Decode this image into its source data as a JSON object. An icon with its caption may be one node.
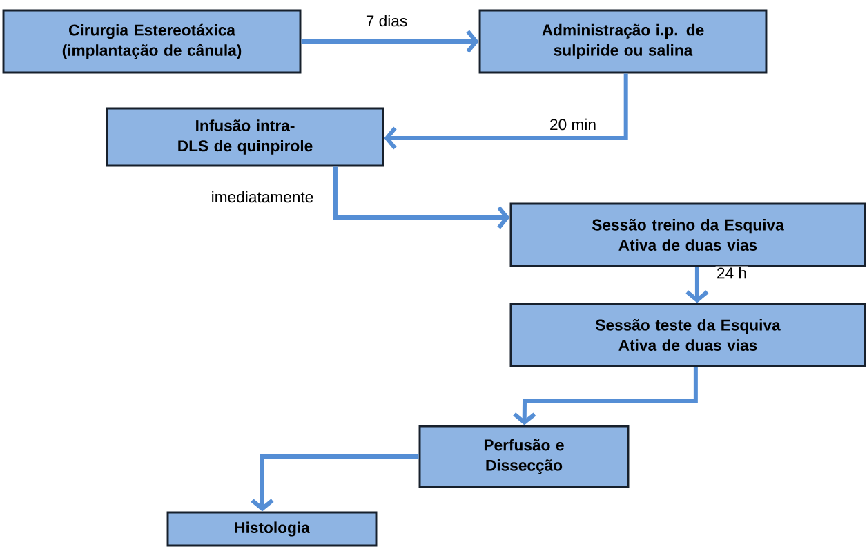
{
  "diagram": {
    "nodes": [
      {
        "text": [
          "Cirurgia Estereotáxica (implantação de cânula)"
        ]
      },
      {
        "text": [
          "Administração i.p. de sulpiride ou salina"
        ]
      },
      {
        "text": [
          "Infusão intra-DLS de quinpirole"
        ]
      },
      {
        "text": [
          "Sessão treino da Esquiva Ativa de duas vias"
        ]
      },
      {
        "text": [
          "Sessão teste da Esquiva Ativa de duas vias"
        ]
      },
      {
        "text": [
          "Perfusão e Dissecção"
        ]
      },
      {
        "text": [
          "Histologia"
        ]
      }
    ],
    "edges": [
      {
        "from": 0,
        "to": 1,
        "arrow": "to",
        "label": "7 dias"
      },
      {
        "from": 1,
        "to": 2,
        "arrow": "to",
        "label": "20 min"
      },
      {
        "from": 2,
        "to": 3,
        "arrow": "to",
        "label": "imediatamente"
      },
      {
        "from": 3,
        "to": 4,
        "arrow": "to",
        "label": "24 h"
      },
      {
        "from": 4,
        "to": 5,
        "arrow": "to"
      },
      {
        "from": 5,
        "to": 6,
        "arrow": "to"
      }
    ]
  }
}
